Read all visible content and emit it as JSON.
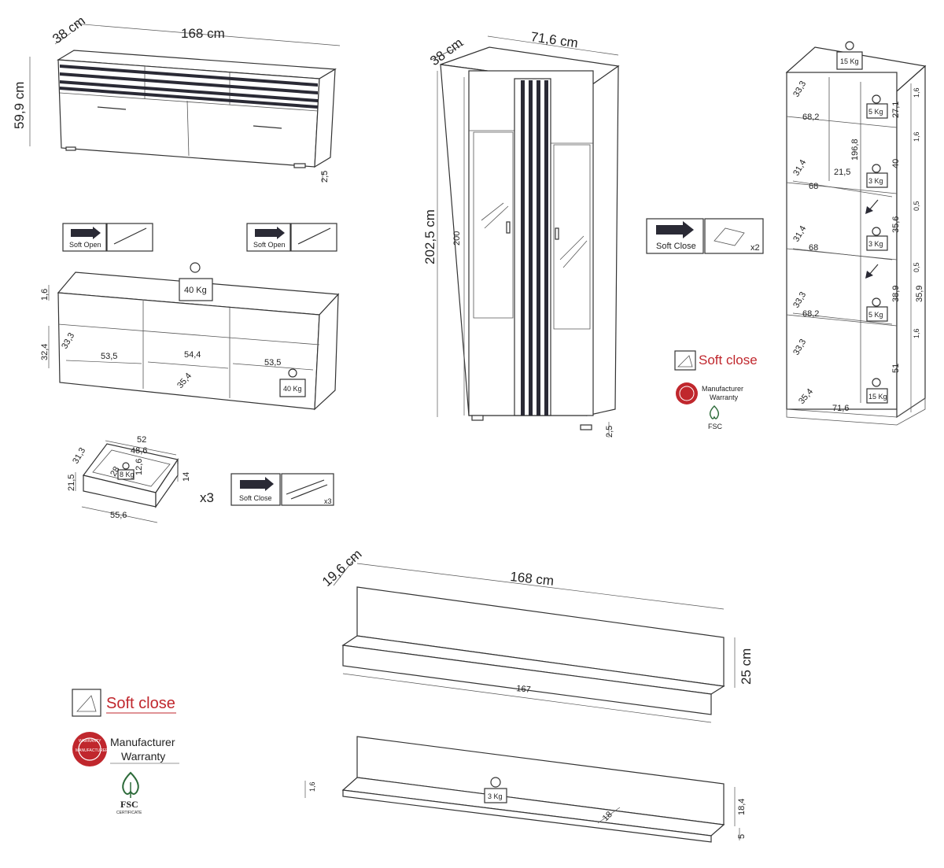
{
  "sideboard": {
    "depth": "38 cm",
    "width": "168 cm",
    "height": "59,9 cm",
    "feet": "2,5",
    "soft_open_label": "Soft Open",
    "inner_top": "1,6",
    "inner_height": "32,4",
    "inner_depth": "33,3",
    "w_left": "53,5",
    "w_mid": "54,4",
    "w_right": "53,5",
    "mid_depth": "35,4",
    "load_top": "40 Kg",
    "load_inner": "40 Kg"
  },
  "drawer": {
    "w_outer": "52",
    "w_inner": "48,6",
    "d_outer": "31,3",
    "d_inner": "28",
    "h_inner": "12,6",
    "h_outer": "14",
    "h_front": "21,5",
    "front_w": "55,6",
    "load": "8 Kg",
    "count": "x3",
    "rail_count": "x3",
    "soft_close_label": "Soft Close"
  },
  "cabinet": {
    "depth": "38 cm",
    "width": "71,6 cm",
    "height": "202,5 cm",
    "inner_height": "200",
    "feet": "2,5",
    "soft_close_label": "Soft Close",
    "hinge_count": "x2"
  },
  "shelf_unit": {
    "load_top": "15 Kg",
    "d1": "33,3",
    "w1": "68,2",
    "h_total": "196,8",
    "d2": "31,4",
    "w_narrow": "21,5",
    "w2": "68",
    "d3": "31,4",
    "w3": "68",
    "d4": "33,3",
    "w4": "68,2",
    "d5": "33,3",
    "d6": "35,4",
    "w_bottom": "71,6",
    "r1": "1,6",
    "r2": "27,1",
    "r3": "1,6",
    "r4": "40",
    "r5": "0,5",
    "r6": "35,6",
    "r7": "0,5",
    "r8": "38,9",
    "r9": "35,9",
    "r10": "1,6",
    "r11": "51",
    "load1": "5 Kg",
    "load2": "3 Kg",
    "load3": "3 Kg",
    "load4": "5 Kg",
    "load5": "15 Kg"
  },
  "wall_shelf": {
    "depth": "19,6 cm",
    "width": "168 cm",
    "height": "25 cm",
    "inner_w": "167",
    "lip": "1,6",
    "load": "3 Kg",
    "inner_d": "18",
    "back_h": "18,4",
    "shelf_h": "5"
  },
  "badges": {
    "soft_close": "Soft close",
    "manufacturer": "Manufacturer",
    "warranty": "Warranty",
    "seal_top": "WARRANTY",
    "seal_bottom": "MANUFACTURER",
    "fsc": "FSC",
    "fsc_sub": "CERTIFICATE"
  }
}
